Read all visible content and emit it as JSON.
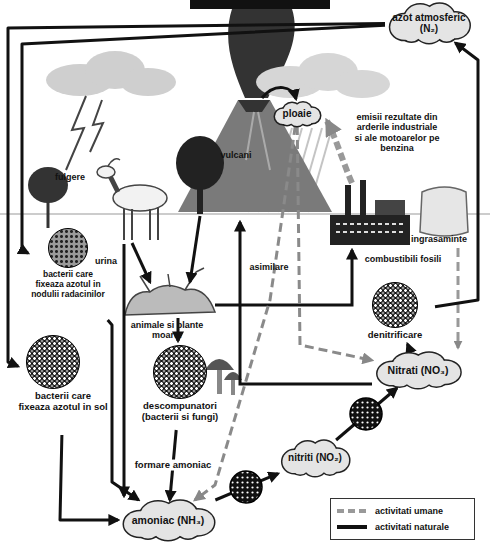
{
  "diagram": {
    "nodes": [
      {
        "text": [
          "azot atmosferic (N₂)"
        ]
      },
      {
        "text": [
          "ploaie"
        ]
      },
      {
        "text": [
          "bacterii care fixeaza azotul in nodulii radacinilor"
        ]
      },
      {
        "text": [
          "bacterii care fixeaza azotul in sol"
        ]
      },
      {
        "text": [
          "descompunatori (bacterii si fungi)"
        ]
      },
      {
        "text": [
          "denitrificare"
        ]
      },
      {
        "text": [
          "Nitrati (NO₃)"
        ]
      },
      {
        "text": [
          "nitriti (NO₂)"
        ]
      },
      {
        "text": [
          "amoniac (NH₃)"
        ]
      }
    ],
    "edges": [
      {
        "from": 0,
        "to": 2,
        "arrow": "to"
      },
      {
        "from": 0,
        "to": 3,
        "arrow": "to"
      },
      {
        "from": 2,
        "to": 8,
        "arrow": "to"
      },
      {
        "from": 3,
        "to": 8,
        "arrow": "to"
      },
      {
        "from": 4,
        "to": 8,
        "label": "formare amoniac",
        "arrow": "to"
      },
      {
        "from": 8,
        "to": 7,
        "arrow": "to"
      },
      {
        "from": 7,
        "to": 6,
        "arrow": "to"
      },
      {
        "from": 6,
        "to": 5,
        "arrow": "to"
      },
      {
        "from": 5,
        "to": 0,
        "arrow": "to"
      },
      {
        "from": 1,
        "to": 6,
        "arrow": "to"
      },
      {
        "from": 1,
        "to": 8,
        "arrow": "to"
      }
    ],
    "labels": [
      "fulgere",
      "vulcani",
      "urina",
      "animale si plante moarte",
      "asimilare",
      "emisii rezultate din arderile industriale si ale motoarelor pe benzina",
      "combustibili fosili",
      "ingrasaminte"
    ],
    "legend": [
      {
        "text": "activitati umane"
      },
      {
        "text": "activitati naturale"
      }
    ]
  }
}
